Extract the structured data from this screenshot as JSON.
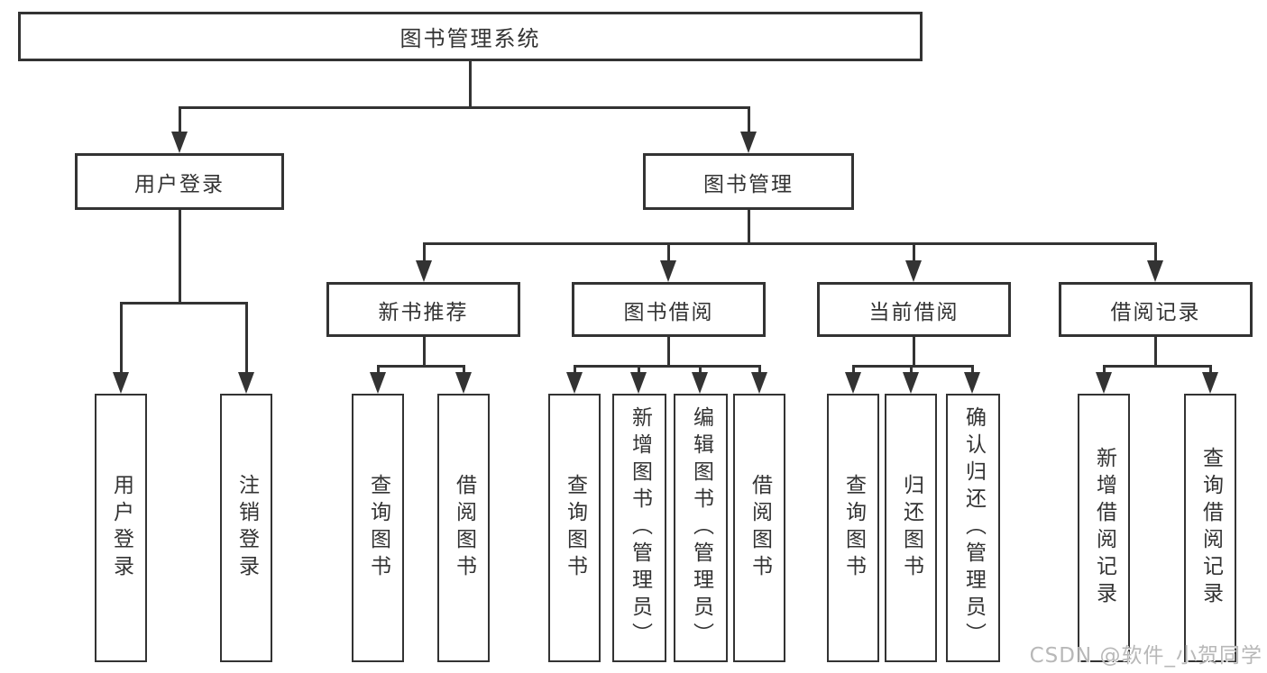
{
  "diagram_title": "图书管理系统",
  "tree": {
    "root": {
      "label": "图书管理系统",
      "children": [
        {
          "label": "用户登录",
          "children": [
            {
              "label": "用户登录"
            },
            {
              "label": "注销登录"
            }
          ]
        },
        {
          "label": "图书管理",
          "children": [
            {
              "label": "新书推荐",
              "children": [
                {
                  "label": "查询图书"
                },
                {
                  "label": "借阅图书"
                }
              ]
            },
            {
              "label": "图书借阅",
              "children": [
                {
                  "label": "查询图书"
                },
                {
                  "label": "新增图书（管理员）"
                },
                {
                  "label": "编辑图书（管理员）"
                },
                {
                  "label": "借阅图书"
                }
              ]
            },
            {
              "label": "当前借阅",
              "children": [
                {
                  "label": "查询图书"
                },
                {
                  "label": "归还图书"
                },
                {
                  "label": "确认归还（管理员）"
                }
              ]
            },
            {
              "label": "借阅记录",
              "children": [
                {
                  "label": "新增借阅记录"
                },
                {
                  "label": "查询借阅记录"
                }
              ]
            }
          ]
        }
      ]
    }
  },
  "watermark": "CSDN @软件_小贺同学",
  "colors": {
    "line": "#333333",
    "text": "#333333",
    "background": "#ffffff",
    "watermark": "#b8b8b8"
  }
}
